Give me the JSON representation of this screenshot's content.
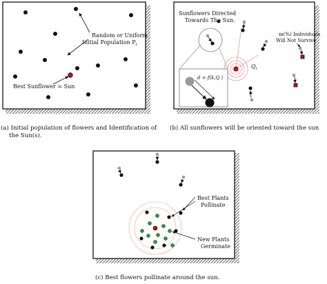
{
  "panel_a": {
    "label_initial": "Random or Uniform",
    "label_initial_2": "Initial Population P",
    "label_initial_sub": "i",
    "label_best": "Best Sunflower = Sun",
    "caption_line1": "(a)  Initial population of flowers and Identification of",
    "caption_line2": "the Sun(s)."
  },
  "panel_b": {
    "label_directed_1": "Sunflowers Directed",
    "label_directed_2": "Towards The Sun.",
    "label_survive_1": "m(%) Individuals",
    "label_survive_2": "Will Not Survive",
    "label_q": "Q",
    "label_q_sub": "i",
    "label_formula": "d = f(k,Q )",
    "caption_line1": "(b)  All sunflowers will be oriented toward the sun"
  },
  "panel_c": {
    "label_pollinate_1": "Best Plants",
    "label_pollinate_2": "Pollinate",
    "label_germinate_1": "New Plants",
    "label_germinate_2": "Germinate",
    "caption_line1": "(c)  Best flowers pollinate around the sun."
  },
  "colors": {
    "sun": "#b5171a",
    "new_plant": "#2e9a44",
    "gray": "#9a9a9a",
    "halo": "#e07a7a"
  }
}
